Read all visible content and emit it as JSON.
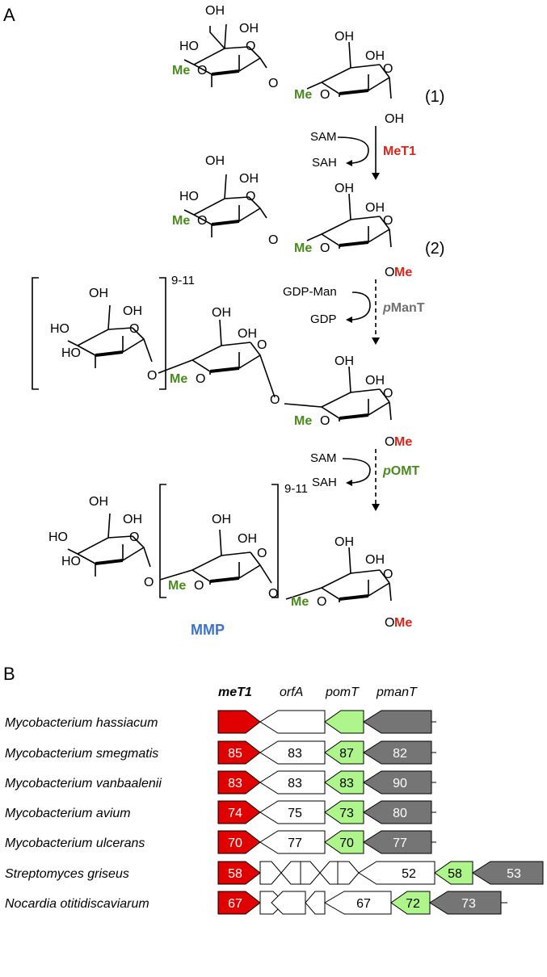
{
  "panel_a": {
    "label": "A",
    "compound_1": "(1)",
    "compound_2": "(2)",
    "step1": {
      "cofactor_in": "SAM",
      "cofactor_out": "SAH",
      "enzyme": "MeT1"
    },
    "step2": {
      "cofactor_in": "GDP-Man",
      "cofactor_out": "GDP",
      "enzyme_prefix": "p",
      "enzyme_rest": "ManT"
    },
    "step3": {
      "cofactor_in": "SAM",
      "cofactor_out": "SAH",
      "enzyme_prefix": "p",
      "enzyme_rest": "OMT"
    },
    "repeat": "9-11",
    "product": "MMP",
    "atoms": {
      "oh": "OH",
      "ho": "HO",
      "o": "O",
      "me": "Me",
      "ome_o": "O",
      "ome_me": "Me"
    },
    "colors": {
      "green": "#4a8a1e",
      "red": "#d9261c",
      "gray": "#707070",
      "blue": "#3d72c9"
    }
  },
  "panel_b": {
    "label": "B",
    "gene_headers": [
      "meT1",
      "orfA",
      "pomT",
      "pmanT"
    ],
    "rows": [
      {
        "organism": "Mycobacterium hassiacum",
        "met1": "",
        "orfa": "",
        "pomt": "",
        "pmant": ""
      },
      {
        "organism": "Mycobacterium smegmatis",
        "met1": "85",
        "orfa": "83",
        "pomt": "87",
        "pmant": "82"
      },
      {
        "organism": "Mycobacterium vanbaalenii",
        "met1": "83",
        "orfa": "83",
        "pomt": "83",
        "pmant": "90"
      },
      {
        "organism": "Mycobacterium avium",
        "met1": "74",
        "orfa": "75",
        "pomt": "73",
        "pmant": "80"
      },
      {
        "organism": "Mycobacterium ulcerans",
        "met1": "70",
        "orfa": "77",
        "pomt": "70",
        "pmant": "77"
      },
      {
        "organism": "Streptomyces griseus",
        "met1": "58",
        "orfa": "52",
        "pomt": "58",
        "pmant": "53"
      },
      {
        "organism": "Nocardia otitidiscaviarum",
        "met1": "67",
        "orfa": "67",
        "pomt": "72",
        "pmant": "73"
      }
    ],
    "colors": {
      "met1": "#e00000",
      "orfa": "#ffffff",
      "pomt": "#aef58c",
      "pmant": "#757575"
    }
  }
}
